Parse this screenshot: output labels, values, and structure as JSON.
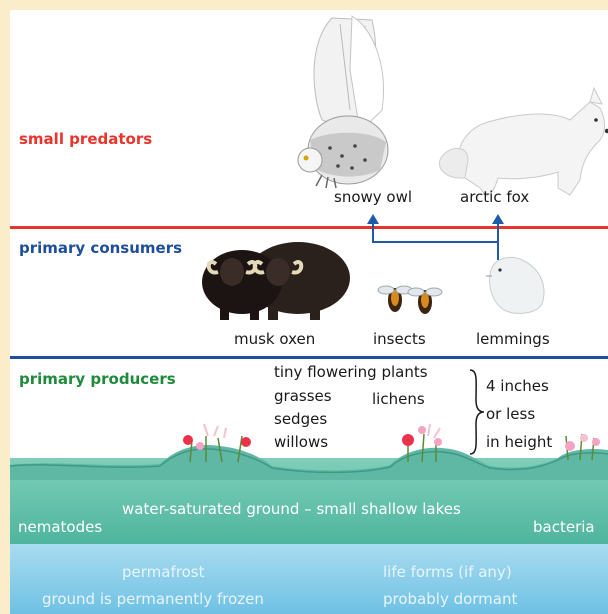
{
  "tiers": {
    "small_predators": "small predators",
    "primary_consumers": "primary consumers",
    "primary_producers": "primary producers"
  },
  "animals": {
    "snowy_owl": "snowy owl",
    "arctic_fox": "arctic fox",
    "musk_oxen": "musk oxen",
    "insects": "insects",
    "lemmings": "lemmings"
  },
  "plants": {
    "flowering": "tiny flowering plants",
    "grasses": "grasses",
    "sedges": "sedges",
    "willows": "willows",
    "lichens": "lichens",
    "height_line1": "4 inches",
    "height_line2": "or less",
    "height_line3": "in height"
  },
  "ground": {
    "saturated": "water-saturated ground – small shallow lakes",
    "nematodes": "nematodes",
    "bacteria": "bacteria"
  },
  "permafrost": {
    "title": "permafrost",
    "desc": "ground is permanently frozen",
    "life1": "life forms (if any)",
    "life2": "probably dormant"
  },
  "colors": {
    "predators": "#e8342a",
    "consumers": "#1f4e9c",
    "producers": "#1e8a3c",
    "background": "#fbedc9",
    "ground": "#5bbfa9",
    "permafrost": "#8fd0ea",
    "arrow": "#1f5aa8"
  }
}
